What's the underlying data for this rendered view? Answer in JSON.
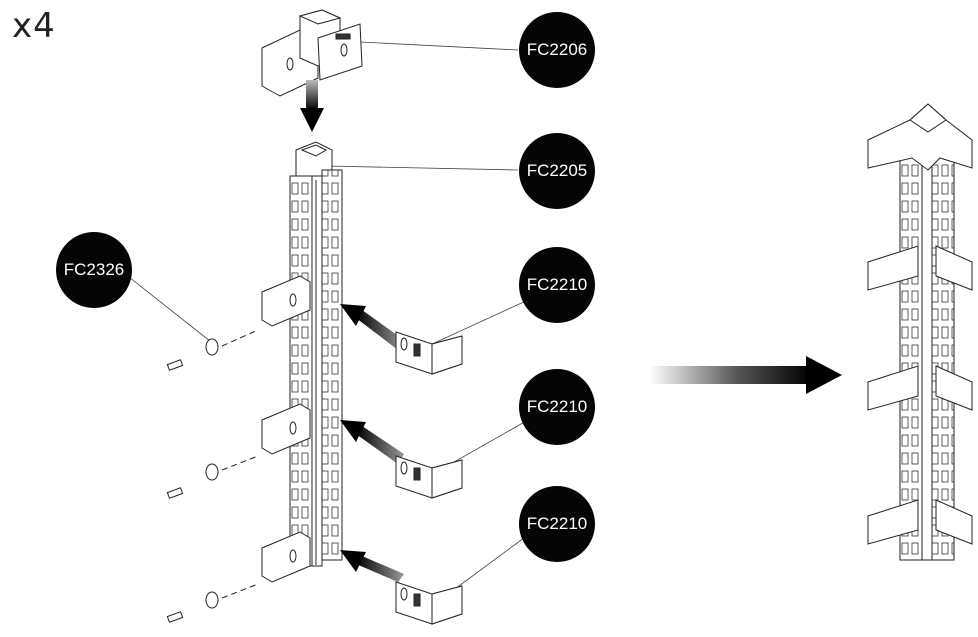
{
  "quantity": "x4",
  "parts": {
    "corner_connector": "FC2206",
    "post": "FC2205",
    "bracket_1": "FC2210",
    "bracket_2": "FC2210",
    "bracket_3": "FC2210",
    "screw": "FC2326"
  },
  "colors": {
    "badge": "#050505",
    "line": "#222222",
    "part_fill": "#ffffff"
  }
}
